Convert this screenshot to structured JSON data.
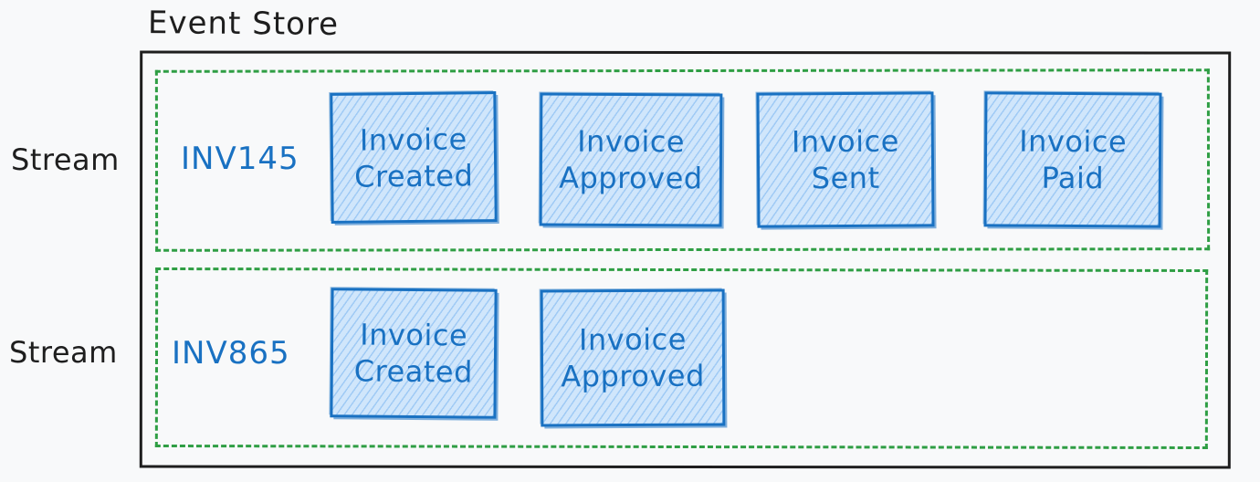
{
  "title": "Event Store",
  "streams": [
    {
      "label": "Stream",
      "id": "INV145",
      "events": [
        {
          "line1": "Invoice",
          "line2": "Created"
        },
        {
          "line1": "Invoice",
          "line2": "Approved"
        },
        {
          "line1": "Invoice",
          "line2": "Sent"
        },
        {
          "line1": "Invoice",
          "line2": "Paid"
        }
      ]
    },
    {
      "label": "Stream",
      "id": "INV865",
      "events": [
        {
          "line1": "Invoice",
          "line2": "Created"
        },
        {
          "line1": "Invoice",
          "line2": "Approved"
        }
      ]
    }
  ],
  "colors": {
    "outline": "#1e1e1e",
    "stream_border": "#2f9e44",
    "event_stroke": "#1971c2",
    "event_fill": "#a5d8ff"
  }
}
